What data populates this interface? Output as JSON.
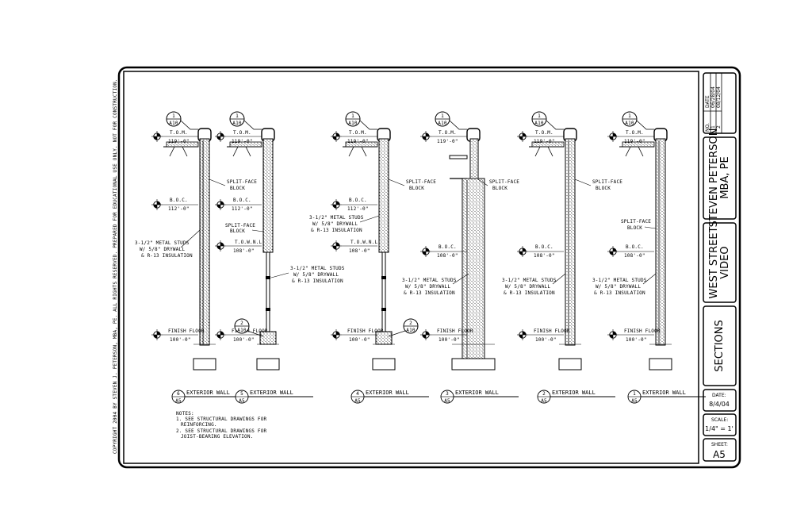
{
  "copyright": "COPYRIGHT 2004 BY STEVEN J. PETERSON, MBA, PE. ALL RIGHTS RESERVED. PREPARED FOR EDUCATIONAL USE ONLY. NOT FOR CONSTRUCTION.",
  "title_block": {
    "revisions": {
      "header": [
        "NO.",
        "DATE"
      ],
      "rows": [
        [
          "1",
          "06/28/04"
        ],
        [
          "2",
          "08/12/04"
        ]
      ]
    },
    "designer": [
      "STEVEN PETERSON",
      "MBA, PE"
    ],
    "project": [
      "WEST STREET",
      "VIDEO"
    ],
    "drawing_title": "SECTIONS",
    "date_label": "DATE:",
    "date_value": "8/4/04",
    "scale_label": "SCALE:",
    "scale_value": "1/4\" = 1'",
    "sheet_label": "SHEET:",
    "sheet_value": "A5"
  },
  "notes": {
    "title": "NOTES:",
    "lines": [
      "1. SEE STRUCTURAL DRAWINGS FOR",
      "REINFORCING.",
      "2. SEE STRUCTURAL DRAWINGS FOR",
      "JOIST-BEARING ELEVATION."
    ]
  },
  "sections": [
    {
      "detail_num": "6",
      "detail_sheet": "A5",
      "title": "EXTERIOR WALL",
      "top_bubble": [
        "1",
        "A10"
      ],
      "tom": [
        "T.O.M.",
        "119'-0\""
      ],
      "boc": [
        "B.O.C.",
        "112'-0\""
      ],
      "finish": [
        "FINISH FLOOR",
        "100'-0\""
      ],
      "block": [
        "SPLIT-FACE",
        "BLOCK"
      ],
      "studs": [
        "3-1/2\" METAL STUDS",
        "W/ 5/8\" DRYWALL",
        "& R-13 INSULATION"
      ]
    },
    {
      "detail_num": "5",
      "detail_sheet": "A5",
      "title": "EXTERIOR WALL",
      "top_bubble": [
        "1",
        "A10"
      ],
      "tom": [
        "T.O.M.",
        "119'-0\""
      ],
      "boc": [
        "B.O.C.",
        "112'-0\""
      ],
      "townl": [
        "T.O.W.N.L.",
        "108'-0\""
      ],
      "finish": [
        "FINISH FLOOR",
        "100'-0\""
      ],
      "block": [
        "SPLIT-FACE",
        "BLOCK"
      ],
      "studs": [
        "3-1/2\" METAL STUDS",
        "W/ 5/8\" DRYWALL",
        "& R-13 INSULATION"
      ],
      "bottom_bubble": [
        "2",
        "A10"
      ]
    },
    {
      "detail_num": "4",
      "detail_sheet": "A5",
      "title": "EXTERIOR WALL",
      "top_bubble": [
        "1",
        "A10"
      ],
      "tom": [
        "T.O.M.",
        "119'-0\""
      ],
      "boc": [
        "B.O.C.",
        "112'-0\""
      ],
      "townl": [
        "T.O.W.N.L.",
        "108'-0\""
      ],
      "finish": [
        "FINISH FLOOR",
        "100'-0\""
      ],
      "block": [
        "SPLIT-FACE",
        "BLOCK"
      ],
      "studs": [
        "3-1/2\" METAL STUDS",
        "W/ 5/8\" DRYWALL",
        "& R-13 INSULATION"
      ],
      "bottom_bubble": [
        "2",
        "A10"
      ]
    },
    {
      "detail_num": "3",
      "detail_sheet": "A5",
      "title": "EXTERIOR WALL",
      "top_bubble": [
        "1",
        "A10"
      ],
      "tom": [
        "T.O.M.",
        "119'-0\""
      ],
      "boc": [
        "B.O.C.",
        "108'-0\""
      ],
      "finish": [
        "FINISH FLOOR",
        "100'-0\""
      ],
      "block": [
        "SPLIT-FACE",
        "BLOCK"
      ],
      "studs": [
        "3-1/2\" METAL STUDS",
        "W/ 5/8\" DRYWALL",
        "& R-13 INSULATION"
      ]
    },
    {
      "detail_num": "2",
      "detail_sheet": "A5",
      "title": "EXTERIOR WALL",
      "top_bubble": [
        "1",
        "A10"
      ],
      "tom": [
        "T.O.M.",
        "119'-0\""
      ],
      "boc": [
        "B.O.C.",
        "108'-0\""
      ],
      "finish": [
        "FINISH FLOOR",
        "100'-0\""
      ],
      "block": [
        "SPLIT-FACE",
        "BLOCK"
      ],
      "studs": [
        "3-1/2\" METAL STUDS",
        "W/ 5/8\" DRYWALL",
        "& R-13 INSULATION"
      ]
    },
    {
      "detail_num": "1",
      "detail_sheet": "A5",
      "title": "EXTERIOR WALL",
      "top_bubble": [
        "1",
        "A10"
      ],
      "tom": [
        "T.O.M.",
        "119'-0\""
      ],
      "boc": [
        "B.O.C.",
        "108'-0\""
      ],
      "finish": [
        "FINISH FLOOR",
        "100'-0\""
      ],
      "block": [
        "SPLIT-FACE",
        "BLOCK"
      ],
      "studs": [
        "3-1/2\" METAL STUDS",
        "W/ 5/8\" DRYWALL",
        "& R-13 INSULATION"
      ]
    }
  ]
}
